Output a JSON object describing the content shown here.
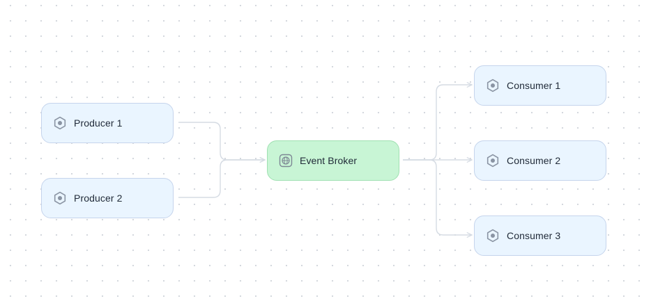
{
  "diagram": {
    "nodes": {
      "producer_1": {
        "label": "Producer 1",
        "icon": "hexagon-icon"
      },
      "producer_2": {
        "label": "Producer 2",
        "icon": "hexagon-icon"
      },
      "event_broker": {
        "label": "Event Broker",
        "icon": "globe-icon"
      },
      "consumer_1": {
        "label": "Consumer 1",
        "icon": "hexagon-icon"
      },
      "consumer_2": {
        "label": "Consumer 2",
        "icon": "hexagon-icon"
      },
      "consumer_3": {
        "label": "Consumer 3",
        "icon": "hexagon-icon"
      }
    },
    "edges": [
      {
        "from": "Producer 1",
        "to": "Event Broker"
      },
      {
        "from": "Producer 2",
        "to": "Event Broker"
      },
      {
        "from": "Event Broker",
        "to": "Consumer 1"
      },
      {
        "from": "Event Broker",
        "to": "Consumer 2"
      },
      {
        "from": "Event Broker",
        "to": "Consumer 3"
      }
    ],
    "colors": {
      "service_fill": "#eaf5ff",
      "service_border": "#c5d4ec",
      "broker_fill": "#c8f5d5",
      "broker_border": "#9fe0b1",
      "edge": "#d5dbe3",
      "icon": "#8a94a3"
    }
  }
}
